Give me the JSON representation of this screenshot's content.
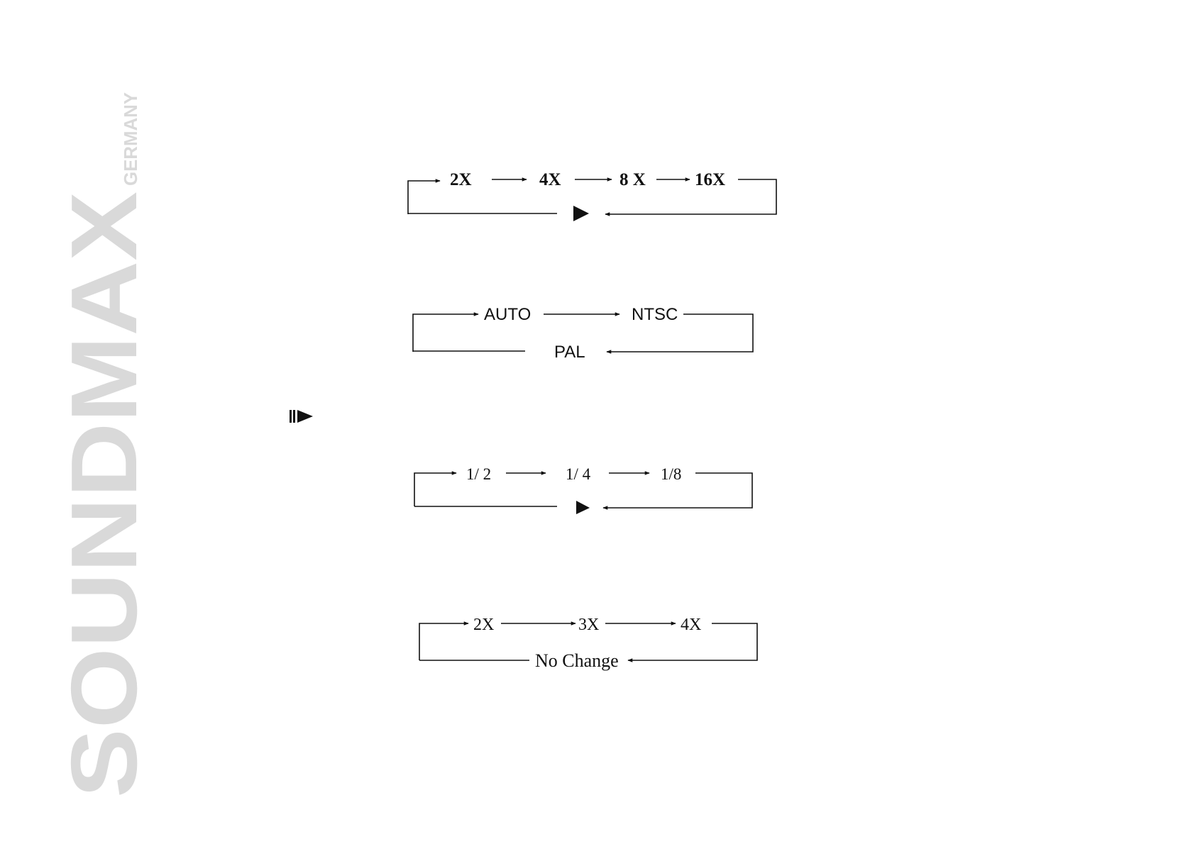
{
  "brand": {
    "name": "SOUNDMAX",
    "country": "GERMANY",
    "color": "#d9d9d9"
  },
  "colors": {
    "ink": "#111111"
  },
  "diagrams": {
    "fast_forward": {
      "steps": [
        "2X",
        "4X",
        "8 X",
        "16X"
      ],
      "return_symbol": "play-icon"
    },
    "tv_system": {
      "steps": [
        "AUTO",
        "NTSC"
      ],
      "return_label": "PAL"
    },
    "slow_motion": {
      "button_symbol": "slow-forward-icon",
      "steps": [
        "1/ 2",
        "1/ 4",
        "1/8"
      ],
      "return_symbol": "play-icon"
    },
    "zoom": {
      "steps": [
        "2X",
        "3X",
        "4X"
      ],
      "return_label": "No Change"
    }
  }
}
